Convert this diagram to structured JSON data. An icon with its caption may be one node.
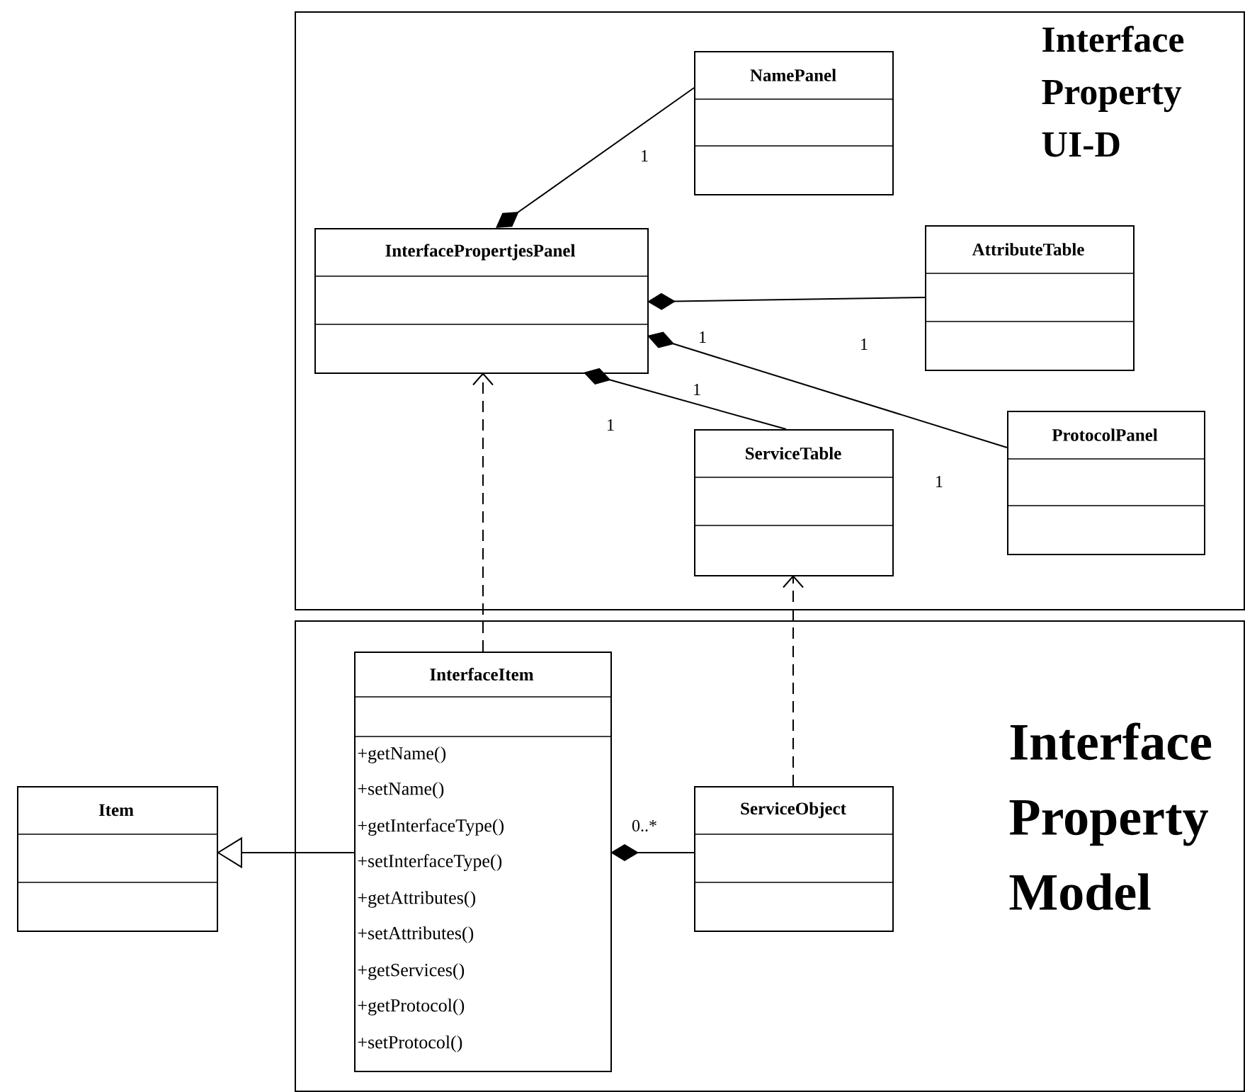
{
  "diagram": {
    "nodes": [
      {
        "text": [
          "Interface Property UI-D"
        ]
      },
      {
        "text": [
          "NamePanel"
        ],
        "in": 0
      },
      {
        "text": [
          "InterfacePropertjesPanel"
        ],
        "in": 0
      },
      {
        "text": [
          "AttributeTable"
        ],
        "in": 0
      },
      {
        "text": [
          "ServiceTable"
        ],
        "in": 0
      },
      {
        "text": [
          "ProtocolPanel"
        ],
        "in": 0
      },
      {
        "text": [
          "Interface Property Model"
        ]
      },
      {
        "text": [
          "Item"
        ]
      },
      {
        "text": [
          "InterfaceItem",
          "+getName()",
          "+setName()",
          "+getInterfaceType()",
          "+setInterfaceType()",
          "+getAttributes()",
          "+setAttributes()",
          "+getServices()",
          "+getProtocol()",
          "+setProtocol()"
        ],
        "in": 6
      },
      {
        "text": [
          "ServiceObject"
        ],
        "in": 6
      }
    ],
    "edges": [
      {
        "from": 2,
        "to": 1,
        "arrow": "other",
        "label": "1"
      },
      {
        "from": 2,
        "to": 3,
        "arrow": "other",
        "label": "1"
      },
      {
        "from": 2,
        "to": 5,
        "arrow": "other",
        "label": "1"
      },
      {
        "from": 2,
        "to": 4,
        "arrow": "other",
        "label": "1"
      },
      {
        "from": 8,
        "to": 2,
        "arrow": "to",
        "style": "dashed"
      },
      {
        "from": 9,
        "to": 4,
        "arrow": "to",
        "style": "dashed"
      },
      {
        "from": 8,
        "to": 7,
        "arrow": "to"
      },
      {
        "from": 8,
        "to": 9,
        "arrow": "other",
        "label": "0..*"
      }
    ],
    "labels": [
      "1",
      "1"
    ]
  }
}
